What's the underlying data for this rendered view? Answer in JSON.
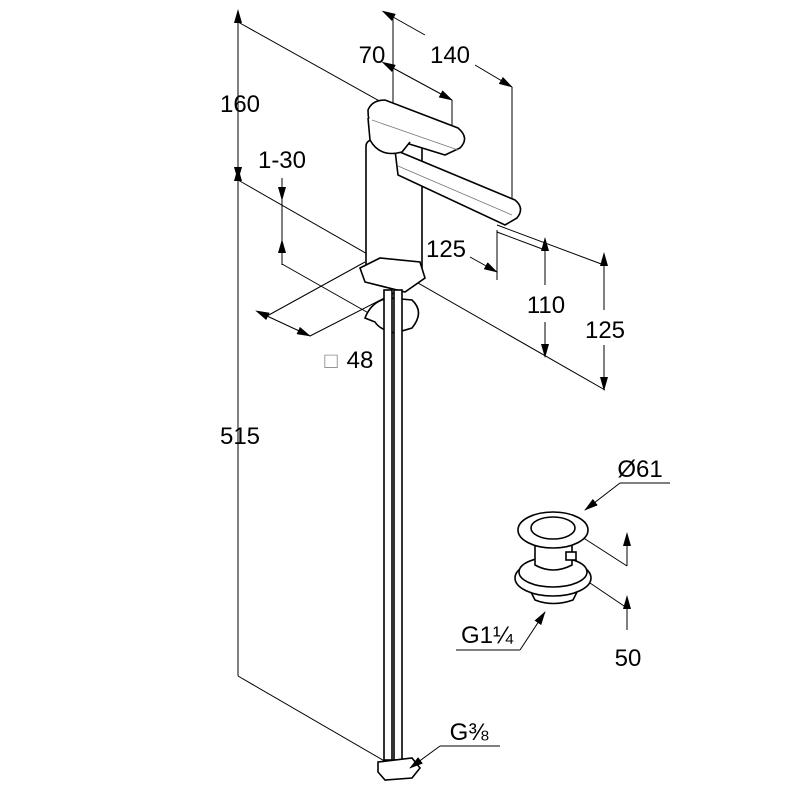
{
  "drawing": {
    "title": "Faucet dimension drawing",
    "dimensions": {
      "overall_height_top": "160",
      "overall_height_below": "515",
      "deck_thickness": "1-30",
      "lever_length": "70",
      "total_depth": "140",
      "spout_reach": "125",
      "spout_height": "110",
      "body_height": "125",
      "base_square": "48",
      "base_square_symbol": "□",
      "drain_diameter": "Ø61",
      "drain_height": "50",
      "drain_thread": "G1¼",
      "hose_thread": "G⅜"
    }
  }
}
